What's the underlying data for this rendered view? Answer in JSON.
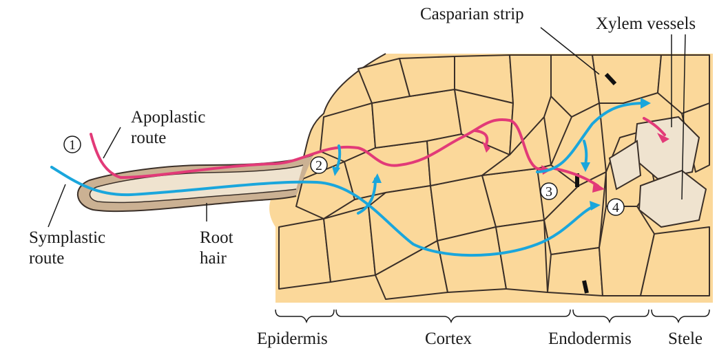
{
  "labels": {
    "apoplastic_line1": "Apoplastic",
    "apoplastic_line2": "route",
    "symplastic_line1": "Symplastic",
    "symplastic_line2": "route",
    "root_line1": "Root",
    "root_line2": "hair",
    "casparian": "Casparian strip",
    "xylem": "Xylem vessels"
  },
  "regions": {
    "epidermis": "Epidermis",
    "cortex": "Cortex",
    "endodermis": "Endodermis",
    "stele": "Stele"
  },
  "markers": [
    "1",
    "2",
    "3",
    "4"
  ],
  "colors": {
    "apoplastic": "#e23a78",
    "symplastic": "#1aa6dc",
    "cytoplasm": "#fbd89a",
    "cell_wall": "#cbb193",
    "wall_outline": "#3a2f28",
    "casparian_band": "#111111",
    "xylem_lumen": "#efe3cf"
  }
}
